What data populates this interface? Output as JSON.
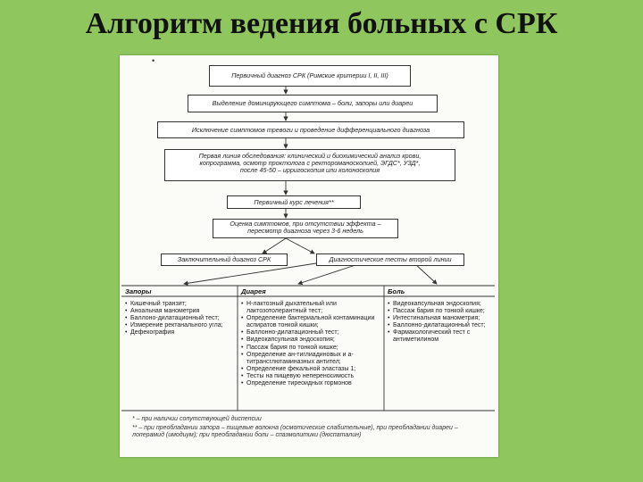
{
  "slide": {
    "title": "Алгоритм ведения больных с СРК"
  },
  "doc": {
    "mark": "•",
    "boxes": {
      "b1": "Первичный диагноз СРК (Римские критерии I, II, III)",
      "b2": "Выделение доминирующего симптома – боли, запоры или диареи",
      "b3": "Исключение симптомов тревоги и проведение дифференциального диагноза",
      "b4_l1": "Первая линия обследования: клинический и биохимический анализ крови,",
      "b4_l2": "копрограмма, осмотр проктолога с ректороманоскопией, ЭГДС*, УЗД*,",
      "b4_l3": "после 45-50 – ирригоскопия или колоноскопия",
      "b5": "Первичный курс лечения**",
      "b6_l1": "Оценка симптомов, при отсутствии эффекта –",
      "b6_l2": "пересмотр диагноза через 3-6 недель",
      "b7": "Заключительный диагноз СРК",
      "b8": "Диагностические тесты второй линии"
    },
    "columns": [
      {
        "header": "Запоры",
        "items": [
          "Кишечный транзит;",
          "Аноальная манометрия",
          "Баллоно-дилатационный тест;",
          "Измерение ректанального угла;",
          "Дефекография"
        ]
      },
      {
        "header": "Диарея",
        "items": [
          "Н-лактозный дыхательный или лактозотолерантный тест;",
          "Определение бактериальной контаминации аспиратов тонкой кишки;",
          "Баллонно-дилатационный тест;",
          "Видеокапсульная эндоскопия;",
          "Пассаж бария по тонкой кишке;",
          "Определение ан-тиглиадиновых и а-титрансглютаминазных антител;",
          "Определение фекальной эластазы 1;",
          "Тесты на пищевую непереносимость",
          "Определение тиреоидных гормонов"
        ]
      },
      {
        "header": "Боль",
        "items": [
          "Видеокапсульная эндоскопия;",
          "Пассаж бария по тонкой кишке;",
          "Интестинальная манометрия;",
          "Баллонно-дилатационный тест;",
          "Фармакологический тест с антиметилином"
        ]
      }
    ],
    "footnotes": [
      "* – при наличии сопутствующей диспепсии",
      "** – при преобладании запора – пищевые волокна (осмотические слабительные), при преобладании диареи – лоперамид (имодиум); при преобладании боли – спазмолитики (дюспаталин)"
    ]
  }
}
